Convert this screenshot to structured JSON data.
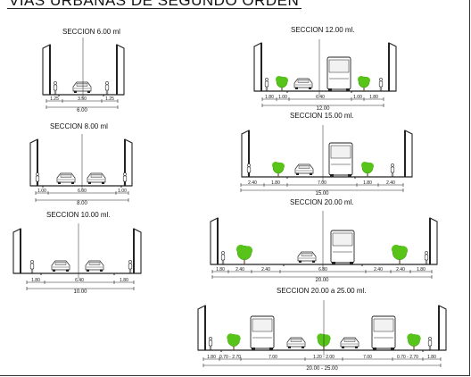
{
  "title": "VIAS URBANAS DE SEGUNDO ORDEN",
  "colors": {
    "tree": "#58c41a",
    "tree_dark": "#2f8a0f",
    "line": "#222222"
  },
  "sections": [
    {
      "label": "SECCION  6.00 ml",
      "dims": [
        "1.25",
        "3.50",
        "1.25"
      ],
      "total": "6.00"
    },
    {
      "label": "SECCION  8.00 ml",
      "dims": [
        "1.00",
        "6.00",
        "1.00"
      ],
      "total": "8.00"
    },
    {
      "label": "SECCION  10.00 ml.",
      "dims": [
        "1.80",
        "6.40",
        "1.80"
      ],
      "total": "10.00"
    },
    {
      "label": "SECCION  12.00 ml.",
      "dims": [
        "1.80",
        "1.00",
        "6.40",
        "1.00",
        "1.80"
      ],
      "total": "12.00"
    },
    {
      "label": "SECCION  15.00 ml.",
      "dims": [
        "2.40",
        "1.80",
        "7.00",
        "1.80",
        "2.40"
      ],
      "total": "15.00"
    },
    {
      "label": "SECCION  20.00 ml.",
      "dims": [
        "1.80",
        "2.40",
        "2.40",
        "6.80",
        "2.40",
        "2.40",
        "1.80"
      ],
      "total": "20.00"
    },
    {
      "label": "SECCION  20.00 a 25.00 ml.",
      "dims": [
        "1.80",
        "0.70 - 2.70",
        "7.00",
        "1.20 - 2.00",
        "7.00",
        "0.70 - 2.70",
        "1.80"
      ],
      "total": "20.00 - 25.00"
    }
  ]
}
